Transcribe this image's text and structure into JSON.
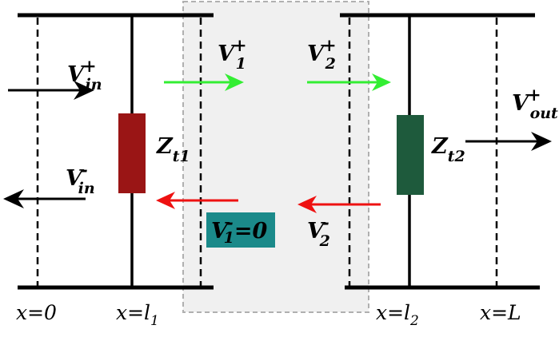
{
  "colors": {
    "line": "#000000",
    "forward_arrow": "#33ee33",
    "backward_arrow": "#ee1111",
    "impedance_1": "#9a1515",
    "impedance_2": "#1e5a3c",
    "shade_box": "#f0f0f0",
    "shade_border": "#b0b0b0",
    "teal_box": "#1b8a8a"
  },
  "labels": {
    "vin_plus": {
      "v": "V",
      "sub": "in",
      "sup": "+"
    },
    "vin_minus": {
      "v": "V",
      "sub": "in",
      "sup": "-"
    },
    "v1_plus": {
      "v": "V",
      "sub": "1",
      "sup": "+"
    },
    "v1_minus": {
      "v": "V",
      "sub": "1",
      "sup": "-",
      "eq": "=0"
    },
    "v2_plus": {
      "v": "V",
      "sub": "2",
      "sup": "+"
    },
    "v2_minus": {
      "v": "V",
      "sub": "2",
      "sup": "-"
    },
    "vout_plus": {
      "v": "V",
      "sub": "out",
      "sup": "+"
    },
    "zt1": {
      "v": "Z",
      "sub": "t1"
    },
    "zt2": {
      "v": "Z",
      "sub": "t2"
    }
  },
  "positions": {
    "x0": "x=0",
    "xl1": {
      "main": "x=l",
      "sub": "1"
    },
    "xl2": {
      "main": "x=l",
      "sub": "2"
    },
    "xL": "x=L"
  }
}
